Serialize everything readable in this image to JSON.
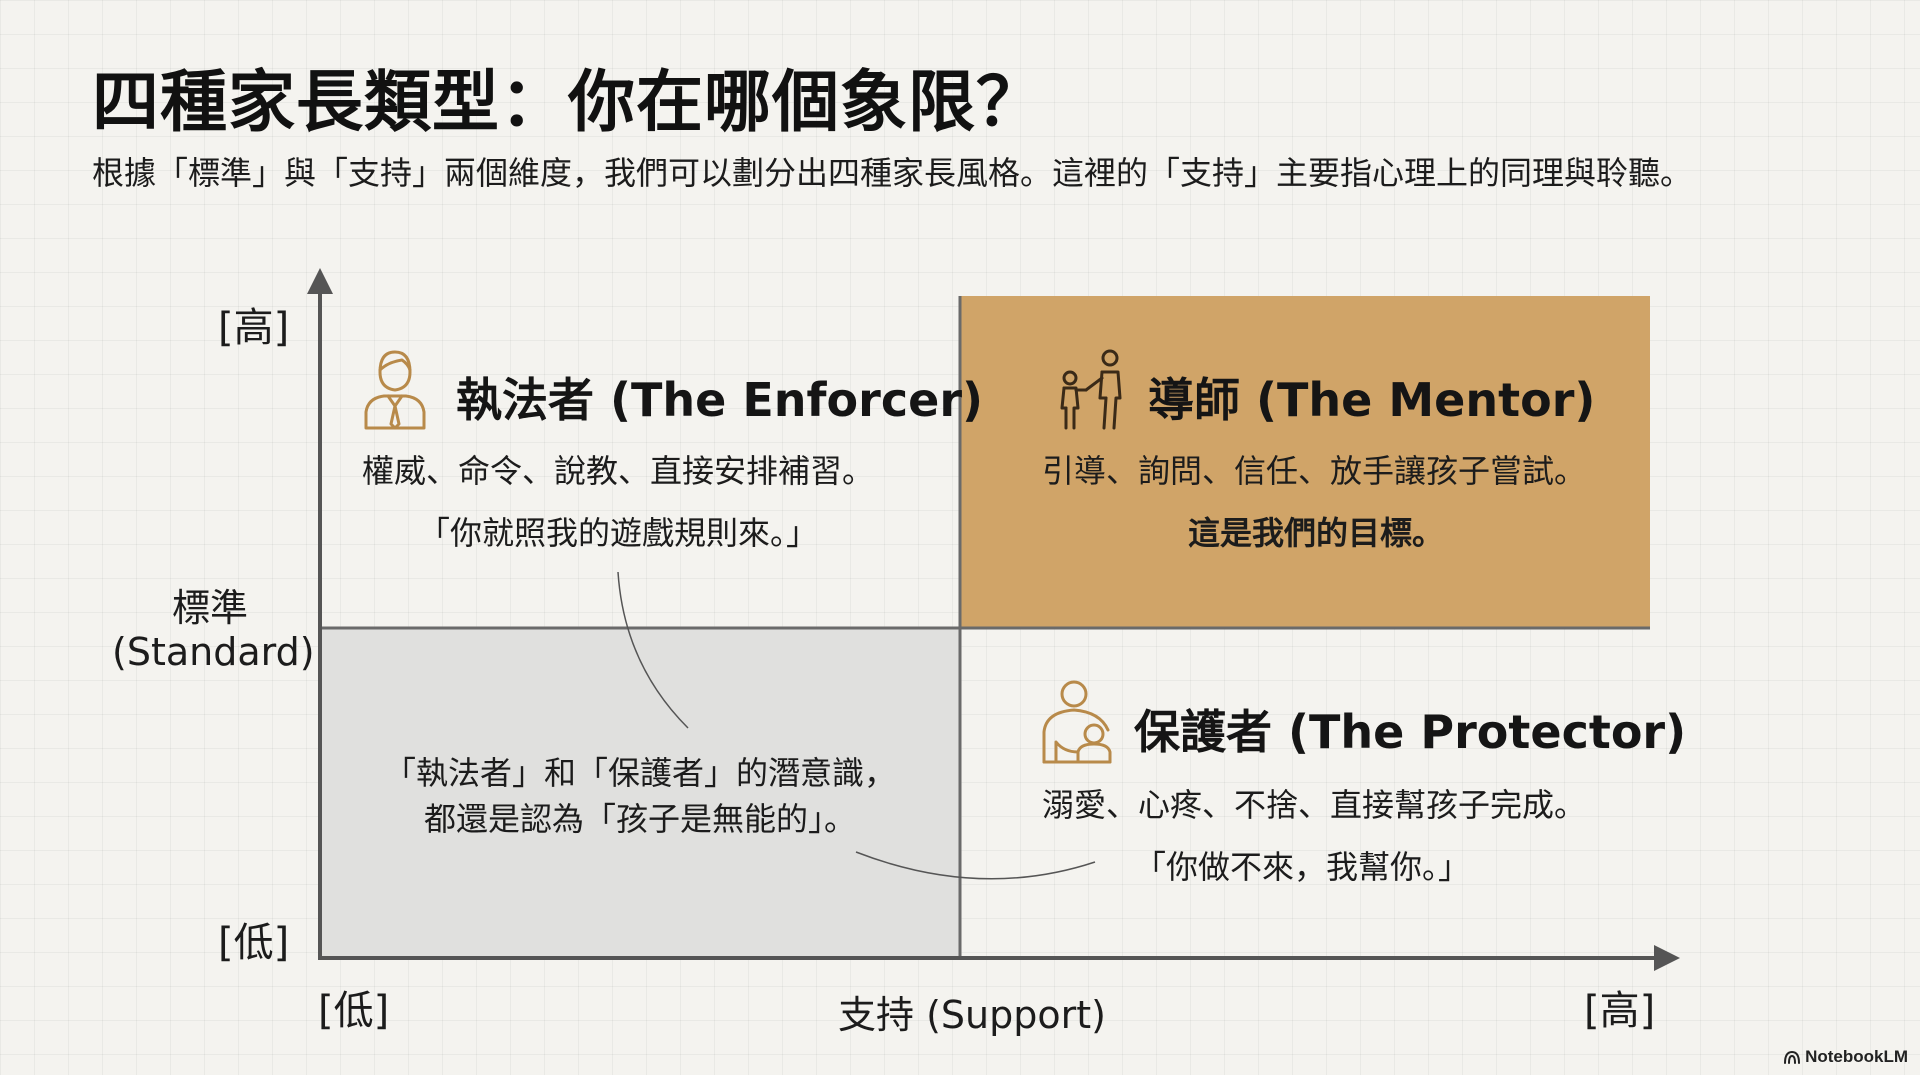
{
  "title": "四種家長類型：你在哪個象限？",
  "subtitle": "根據「標準」與「支持」兩個維度，我們可以劃分出四種家長風格。這裡的「支持」主要指心理上的同理與聆聽。",
  "axes": {
    "y_high": "[高]",
    "y_low": "[低]",
    "y_label_line1": "標準",
    "y_label_line2": "(Standard)",
    "x_low": "[低]",
    "x_high": "[高]",
    "x_label": "支持 (Support)"
  },
  "quadrants": {
    "enforcer": {
      "title": "執法者 (The Enforcer)",
      "desc": "權威、命令、說教、直接安排補習。",
      "quote": "「你就照我的遊戲規則來。」",
      "icon": "person-tie-icon"
    },
    "mentor": {
      "title": "導師 (The Mentor)",
      "desc": "引導、詢問、信任、放手讓孩子嘗試。",
      "goal": "這是我們的目標。",
      "icon": "parent-child-icon",
      "fill_color": "#d0a468"
    },
    "protector": {
      "title": "保護者 (The Protector)",
      "desc": "溺愛、心疼、不捨、直接幫孩子完成。",
      "quote": "「你做不來，我幫你。」",
      "icon": "parent-hug-icon"
    },
    "center_note": {
      "line1": "「執法者」和「保護者」的潛意識，",
      "line2": "都還是認為「孩子是無能的」。"
    }
  },
  "brand": "NotebookLM",
  "colors": {
    "accent": "#d0a468",
    "icon": "#b88a4a",
    "low_quadrant": "#e0e0de",
    "axis": "#555555"
  }
}
